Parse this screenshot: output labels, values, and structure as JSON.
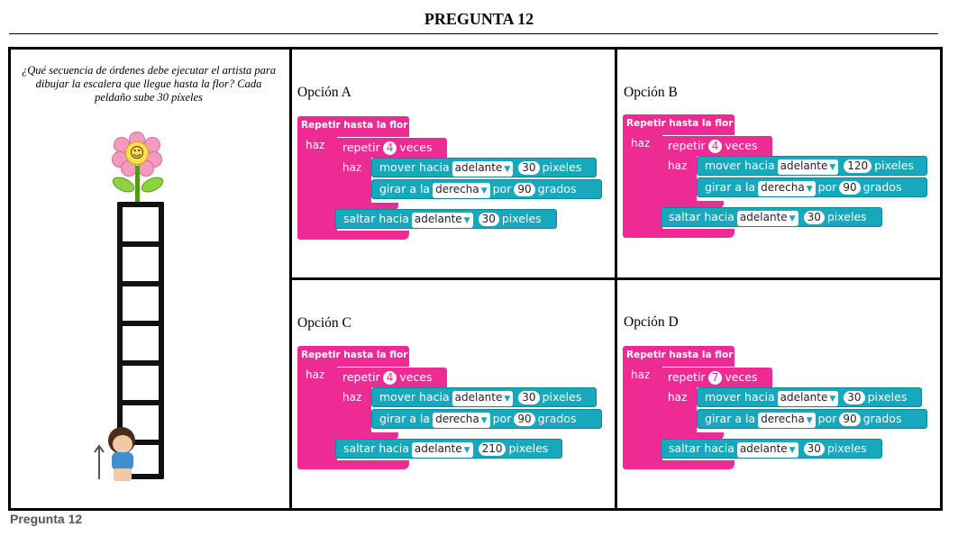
{
  "title": "PREGUNTA 12",
  "question": "¿Qué secuencia de órdenes debe ejecutar el artista para dibujar la escalera que llegue hasta la flor? Cada peldaño sube 30 píxeles",
  "footer": "Pregunta 12",
  "block_text": {
    "outer": "Repetir hasta la flor",
    "haz": "haz",
    "repeat_prefix": "repetir",
    "repeat_suffix": "veces",
    "move_prefix": "mover hacia",
    "turn_prefix": "girar a la",
    "turn_middle": "por",
    "jump_prefix": "saltar hacia",
    "pixels": "pixeles",
    "degrees": "grados"
  },
  "options": {
    "a": {
      "label": "Opción A",
      "repeat": "4",
      "move_dir": "adelante",
      "move": "30",
      "turn_dir": "derecha",
      "angle": "90",
      "jump_dir": "adelante",
      "jump": "30"
    },
    "b": {
      "label": "Opción B",
      "repeat": "4",
      "move_dir": "adelante",
      "move": "120",
      "turn_dir": "derecha",
      "angle": "90",
      "jump_dir": "adelante",
      "jump": "30"
    },
    "c": {
      "label": "Opción C",
      "repeat": "4",
      "move_dir": "adelante",
      "move": "30",
      "turn_dir": "derecha",
      "angle": "90",
      "jump_dir": "adelante",
      "jump": "210"
    },
    "d": {
      "label": "Opción D",
      "repeat": "7",
      "move_dir": "adelante",
      "move": "30",
      "turn_dir": "derecha",
      "angle": "90",
      "jump_dir": "adelante",
      "jump": "30"
    }
  },
  "colors": {
    "event_block": "#ee2b95",
    "action_block": "#17a8be",
    "petal": "#f49ac1",
    "flower_center": "#ffe04a"
  },
  "icons": [
    "flower-icon",
    "staircase-drawing",
    "artist-icon",
    "up-arrow-icon"
  ]
}
